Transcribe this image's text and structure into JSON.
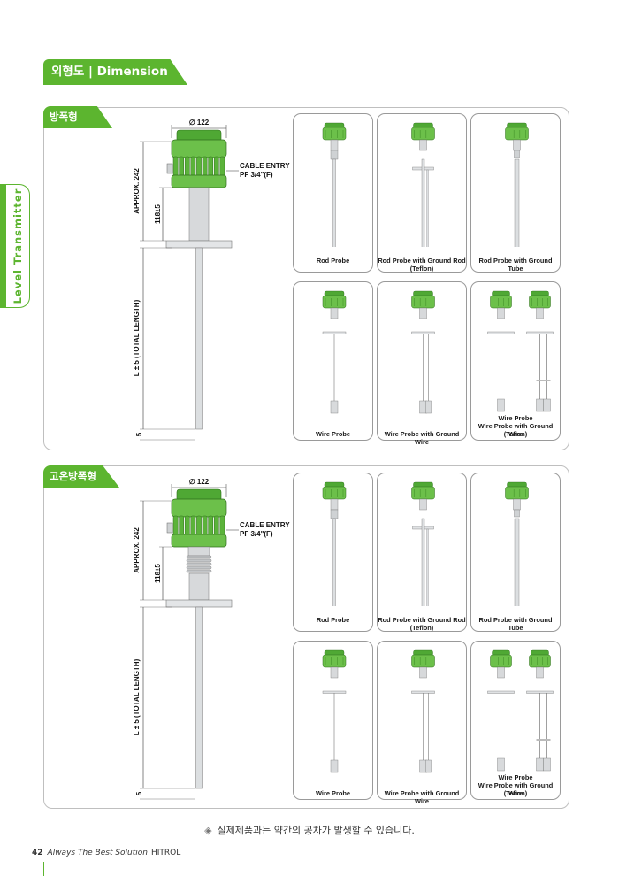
{
  "header": {
    "title": "외형도 | Dimension"
  },
  "side_tab": {
    "label": "Level Transmitter"
  },
  "sections": [
    {
      "tab": "방폭형",
      "dims": {
        "diameter": "∅ 122",
        "approx": "APPROX. 242",
        "neck": "118±5",
        "length": "L ± 5 (TOTAL LENGTH)",
        "tip": "5"
      },
      "cable": {
        "line1": "CABLE ENTRY",
        "line2": "PF 3/4\"(F)"
      },
      "cards": [
        {
          "lines": [
            "Rod Probe"
          ]
        },
        {
          "lines": [
            "Rod Probe with Ground Rod",
            "(Teflon)"
          ]
        },
        {
          "lines": [
            "Rod Probe with Ground Tube"
          ]
        },
        {
          "lines": [
            "Wire Probe"
          ]
        },
        {
          "lines": [
            "Wire Probe with Ground Wire"
          ]
        },
        {
          "lines": [
            "Wire Probe",
            "Wire Probe with Ground Wire",
            "(Teflon)"
          ]
        }
      ]
    },
    {
      "tab": "고온방폭형",
      "dims": {
        "diameter": "∅ 122",
        "approx": "APPROX. 242",
        "neck": "118±5",
        "length": "L ± 5 (TOTAL LENGTH)",
        "tip": "5"
      },
      "cable": {
        "line1": "CABLE ENTRY",
        "line2": "PF 3/4\"(F)"
      },
      "cards": [
        {
          "lines": [
            "Rod Probe"
          ]
        },
        {
          "lines": [
            "Rod Probe with Ground Rod",
            "(Teflon)"
          ]
        },
        {
          "lines": [
            "Rod Probe with Ground Tube"
          ]
        },
        {
          "lines": [
            "Wire Probe"
          ]
        },
        {
          "lines": [
            "Wire Probe with Ground Wire"
          ]
        },
        {
          "lines": [
            "Wire Probe",
            "Wire Probe with Ground Wire",
            "(Teflon)"
          ]
        }
      ]
    }
  ],
  "note": "실제제품과는 약간의 공차가 발생할 수 있습니다.",
  "footer": {
    "page": "42",
    "slogan": "Always The Best Solution",
    "brand": "HITROL"
  },
  "colors": {
    "accent": "#5cb52f",
    "housing": "#6cc04a",
    "metal": "#d7d9db"
  }
}
